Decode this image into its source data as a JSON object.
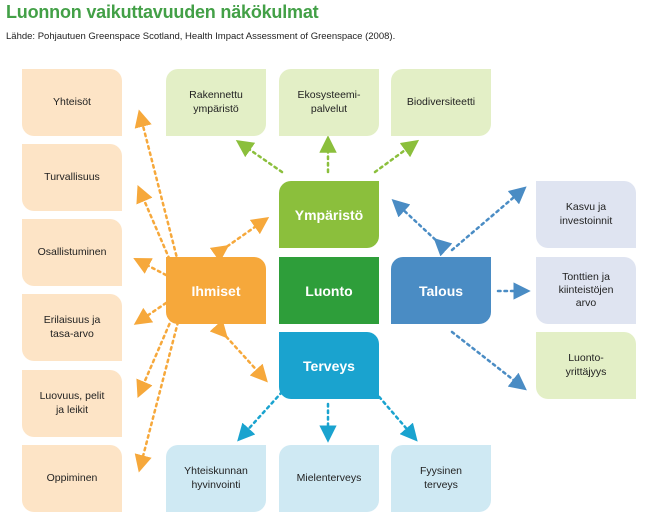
{
  "title": "Luonnon vaikuttavuuden näkökulmat",
  "source": "Lähde: Pohjautuen Greenspace Scotland, Health Impact Assessment of Greenspace (2008).",
  "center": {
    "luonto": "Luonto",
    "ymparisto": "Ympäristö",
    "ihmiset": "Ihmiset",
    "talous": "Talous",
    "terveys": "Terveys"
  },
  "left_items": [
    "Yhteisöt",
    "Turvallisuus",
    "Osallistuminen",
    "Erilaisuus ja\ntasa-arvo",
    "Luovuus, pelit\nja leikit",
    "Oppiminen"
  ],
  "top_items": [
    "Rakennettu\nympäristö",
    "Ekosysteemi-\npalvelut",
    "Biodiversiteetti"
  ],
  "right_items": [
    "Kasvu ja\ninvestoinnit",
    "Tonttien ja\nkiinteistöjen\narvo",
    "Luonto-\nyrittäjyys"
  ],
  "bottom_items": [
    "Yhteiskunnan\nhyvinvointi",
    "Mielenterveys",
    "Fyysinen\nterveys"
  ],
  "colors": {
    "title": "#43a047",
    "luonto": "#2e9e3a",
    "ymparisto": "#8bbf3c",
    "ihmiset": "#f6a83b",
    "talous": "#4a8cc4",
    "terveys": "#1aa3cf"
  }
}
